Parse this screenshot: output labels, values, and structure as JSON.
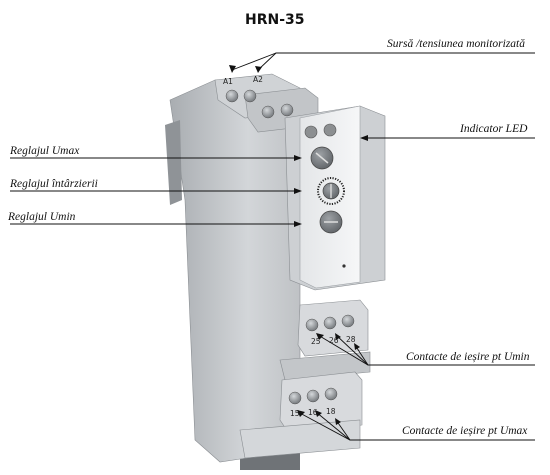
{
  "title": "HRN-35",
  "labels": {
    "supply": "Sursă /tensiunea monitorizată",
    "led": "Indicator LED",
    "umax": "Reglajul Umax",
    "delay": "Reglajul întârzierii",
    "umin": "Reglajul Umin",
    "out_umin": "Contacte de ieșire pt Umin",
    "out_umax": "Contacte de ieșire pt Umax"
  },
  "terminals": {
    "top": [
      "A1",
      "A2"
    ],
    "middle": [
      "25",
      "26",
      "28"
    ],
    "bottom": [
      "15",
      "16",
      "18"
    ]
  },
  "colors": {
    "body_light": "#eef0f2",
    "body_mid": "#c9cccf",
    "body_dark": "#9a9ea2",
    "knob": "#7d8185",
    "led": "#8c8f91"
  }
}
